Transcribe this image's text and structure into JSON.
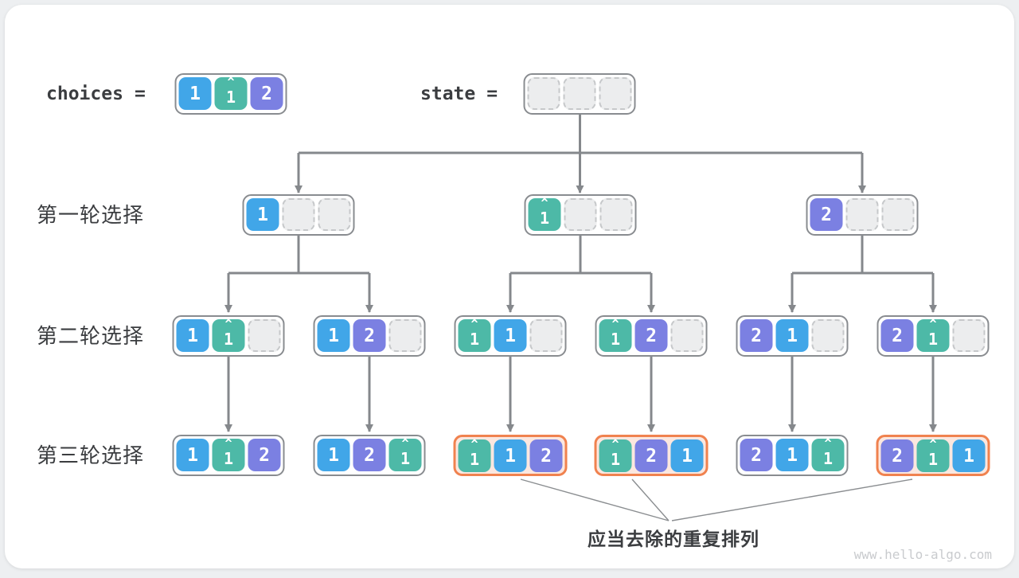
{
  "header": {
    "choices_label": "choices",
    "choices_equals": "=",
    "choices_cells": [
      {
        "v": "1",
        "c": "blue"
      },
      {
        "v": "1",
        "c": "teal",
        "hat": true
      },
      {
        "v": "2",
        "c": "purple"
      }
    ],
    "state_label": "state",
    "state_equals": "=",
    "state_cells": [
      {
        "empty": true
      },
      {
        "empty": true
      },
      {
        "empty": true
      }
    ]
  },
  "colors": {
    "blue": "#41a6e8",
    "teal": "#4db9a7",
    "purple": "#7b80e2",
    "highlight_border": "#f0824f",
    "highlight_fill": "#fbe7df",
    "connector": "#85888c"
  },
  "rows": [
    {
      "label": "第一轮选择",
      "nodes": [
        {
          "cells": [
            {
              "v": "1",
              "c": "blue"
            },
            {
              "empty": true
            },
            {
              "empty": true
            }
          ]
        },
        {
          "cells": [
            {
              "v": "1",
              "c": "teal",
              "hat": true
            },
            {
              "empty": true
            },
            {
              "empty": true
            }
          ]
        },
        {
          "cells": [
            {
              "v": "2",
              "c": "purple"
            },
            {
              "empty": true
            },
            {
              "empty": true
            }
          ]
        }
      ]
    },
    {
      "label": "第二轮选择",
      "nodes": [
        {
          "cells": [
            {
              "v": "1",
              "c": "blue"
            },
            {
              "v": "1",
              "c": "teal",
              "hat": true
            },
            {
              "empty": true
            }
          ]
        },
        {
          "cells": [
            {
              "v": "1",
              "c": "blue"
            },
            {
              "v": "2",
              "c": "purple"
            },
            {
              "empty": true
            }
          ]
        },
        {
          "cells": [
            {
              "v": "1",
              "c": "teal",
              "hat": true
            },
            {
              "v": "1",
              "c": "blue"
            },
            {
              "empty": true
            }
          ]
        },
        {
          "cells": [
            {
              "v": "1",
              "c": "teal",
              "hat": true
            },
            {
              "v": "2",
              "c": "purple"
            },
            {
              "empty": true
            }
          ]
        },
        {
          "cells": [
            {
              "v": "2",
              "c": "purple"
            },
            {
              "v": "1",
              "c": "blue"
            },
            {
              "empty": true
            }
          ]
        },
        {
          "cells": [
            {
              "v": "2",
              "c": "purple"
            },
            {
              "v": "1",
              "c": "teal",
              "hat": true
            },
            {
              "empty": true
            }
          ]
        }
      ]
    },
    {
      "label": "第三轮选择",
      "nodes": [
        {
          "cells": [
            {
              "v": "1",
              "c": "blue"
            },
            {
              "v": "1",
              "c": "teal",
              "hat": true
            },
            {
              "v": "2",
              "c": "purple"
            }
          ],
          "highlight": false
        },
        {
          "cells": [
            {
              "v": "1",
              "c": "blue"
            },
            {
              "v": "2",
              "c": "purple"
            },
            {
              "v": "1",
              "c": "teal",
              "hat": true
            }
          ],
          "highlight": false
        },
        {
          "cells": [
            {
              "v": "1",
              "c": "teal",
              "hat": true
            },
            {
              "v": "1",
              "c": "blue"
            },
            {
              "v": "2",
              "c": "purple"
            }
          ],
          "highlight": true
        },
        {
          "cells": [
            {
              "v": "1",
              "c": "teal",
              "hat": true
            },
            {
              "v": "2",
              "c": "purple"
            },
            {
              "v": "1",
              "c": "blue"
            }
          ],
          "highlight": true
        },
        {
          "cells": [
            {
              "v": "2",
              "c": "purple"
            },
            {
              "v": "1",
              "c": "blue"
            },
            {
              "v": "1",
              "c": "teal",
              "hat": true
            }
          ],
          "highlight": false
        },
        {
          "cells": [
            {
              "v": "2",
              "c": "purple"
            },
            {
              "v": "1",
              "c": "teal",
              "hat": true
            },
            {
              "v": "1",
              "c": "blue"
            }
          ],
          "highlight": true
        }
      ]
    }
  ],
  "footer": {
    "annotation": "应当去除的重复排列",
    "watermark": "www.hello-algo.com"
  }
}
